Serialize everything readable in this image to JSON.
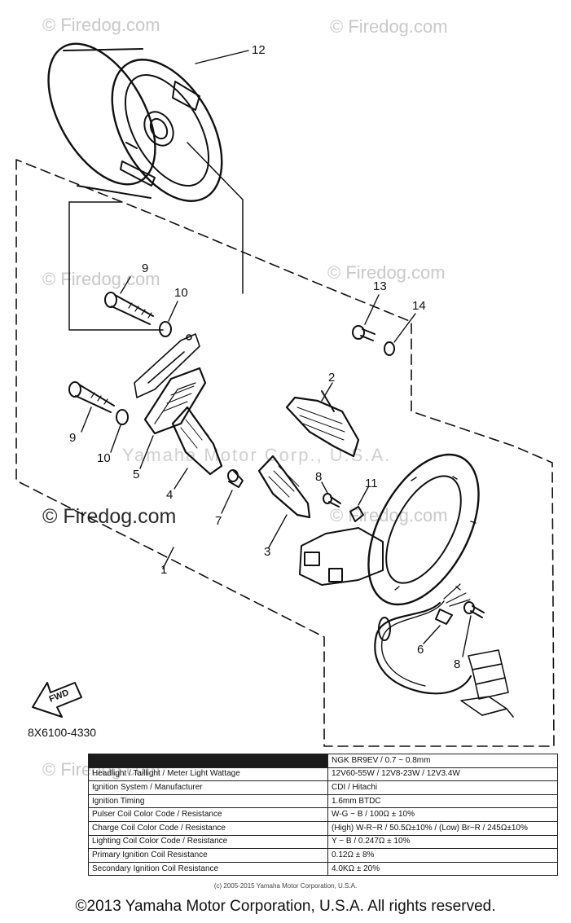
{
  "watermarks": {
    "top_left": "© Firedog.com",
    "top_right": "© Firedog.com",
    "mid_left": "© Firedog.com",
    "mid_right": "© Firedog.com",
    "main": "© Firedog.com",
    "center_ghost": "Yamaha Motor Corp., U.S.A.",
    "right_lower": "© Firedog.com",
    "bottom_left": "© Firedog.com"
  },
  "callouts": {
    "c12": "12",
    "c9a": "9",
    "c10a": "10",
    "c13": "13",
    "c14": "14",
    "c2": "2",
    "c9b": "9",
    "c10b": "10",
    "c5": "5",
    "c4": "4",
    "c8a": "8",
    "c11": "11",
    "c7": "7",
    "c3": "3",
    "c1": "1",
    "c6": "6",
    "c8b": "8"
  },
  "fwd_label": "FWD",
  "part_code": "8X6100-4330",
  "spec_table": {
    "rows": [
      {
        "key": "",
        "value": "NGK BR9EV / 0.7 ~ 0.8mm"
      },
      {
        "key": "Headlight / Taillight / Meter Light Wattage",
        "value": "12V60-55W / 12V8-23W / 12V3.4W"
      },
      {
        "key": "Ignition System / Manufacturer",
        "value": "CDI / Hitachi"
      },
      {
        "key": "Ignition Timing",
        "value": "1.6mm BTDC"
      },
      {
        "key": "Pulser Coil Color Code / Resistance",
        "value": "W-G ~ B / 100Ω ± 10%"
      },
      {
        "key": "Charge Coil Color Code / Resistance",
        "value": "(High) W-R~R / 50.5Ω±10% / (Low) Br~R / 245Ω±10%"
      },
      {
        "key": "Lighting Coil Color Code / Resistance",
        "value": "Y ~ B / 0.247Ω ± 10%"
      },
      {
        "key": "Primary Ignition Coil Resistance",
        "value": "0.12Ω ± 8%"
      },
      {
        "key": "Secondary Ignition Coil Resistance",
        "value": "4.0KΩ ± 20%"
      }
    ]
  },
  "small_credit": "(c) 2005-2015 Yamaha Motor Corporation, U.S.A.",
  "copyright": "©2013 Yamaha Motor Corporation, U.S.A. All rights reserved."
}
